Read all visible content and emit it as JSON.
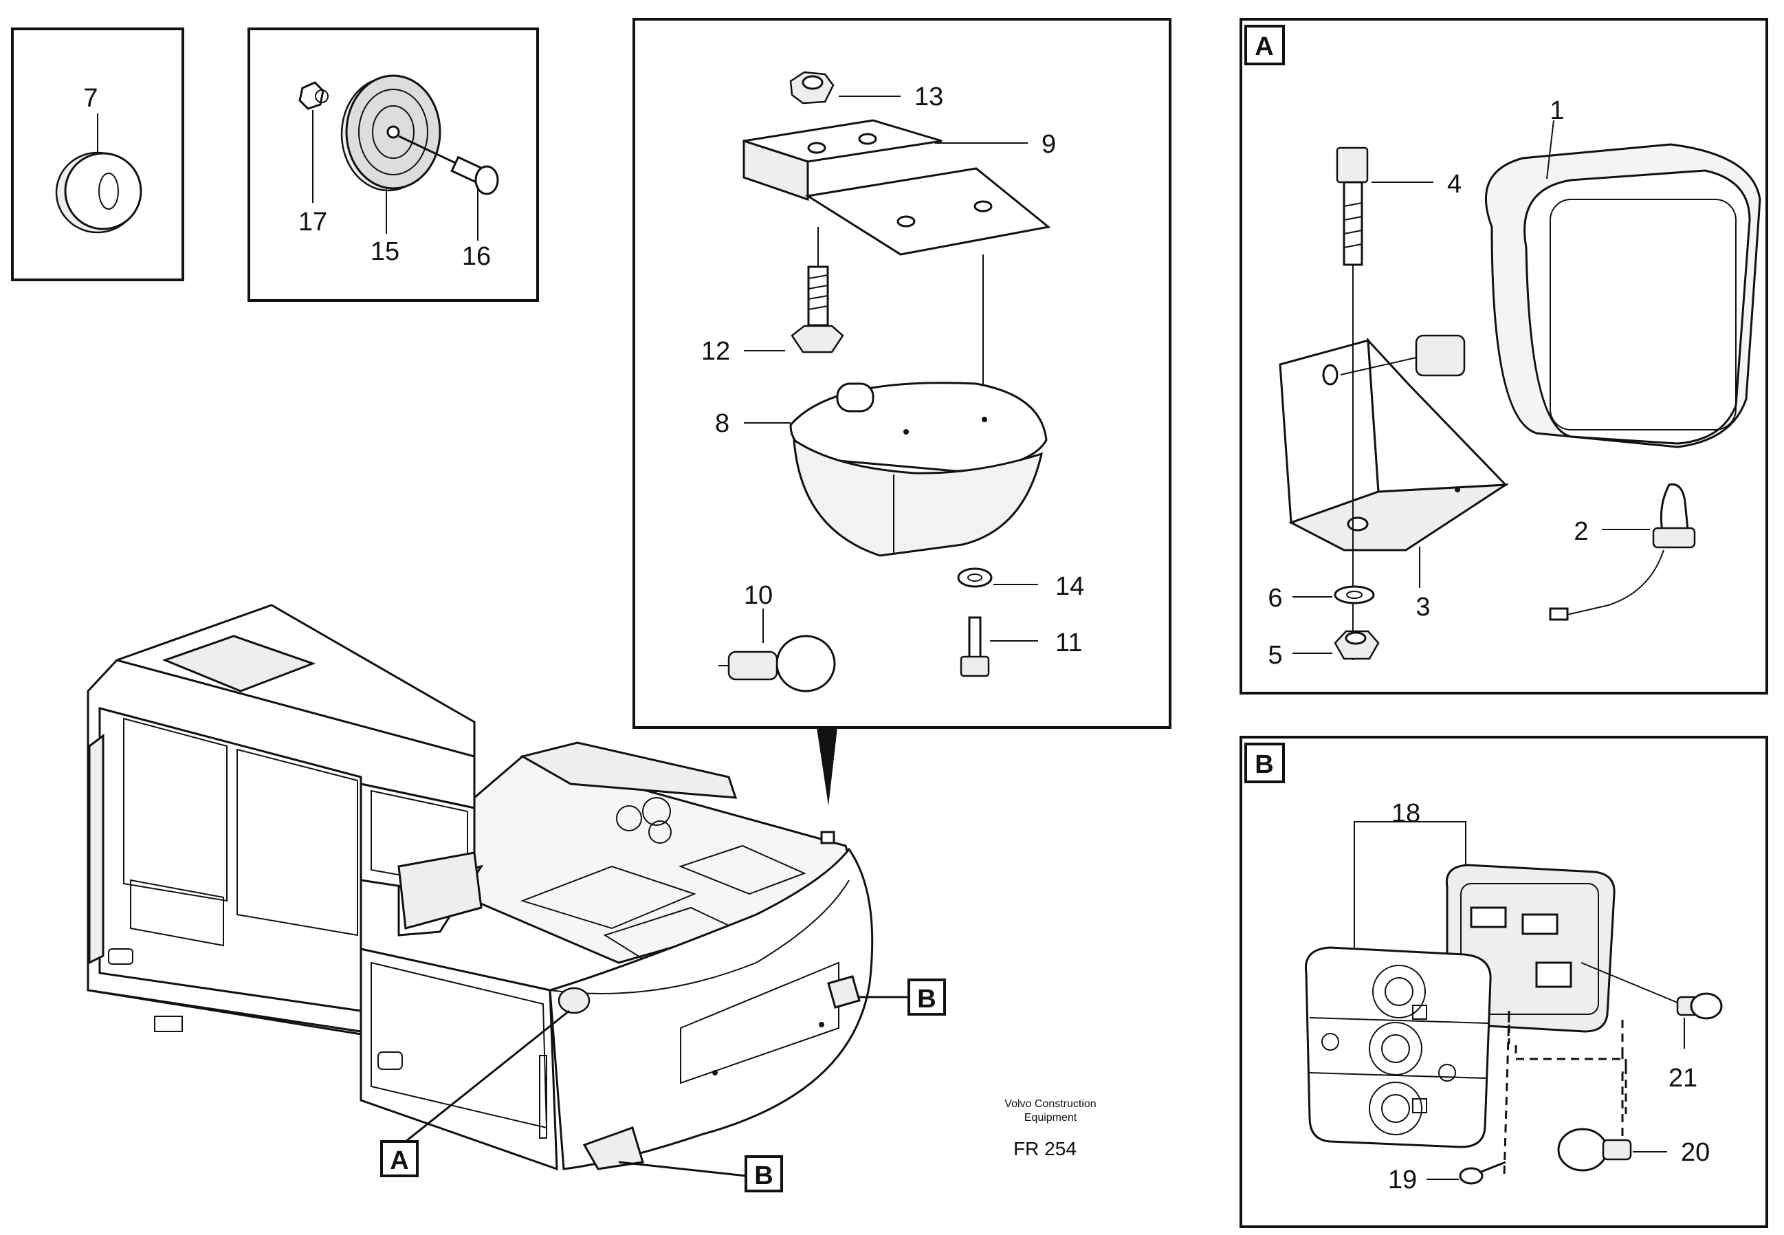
{
  "diagram": {
    "panels": {
      "panel_7": {
        "callouts": [
          "7"
        ]
      },
      "panel_reflector": {
        "callouts": [
          "17",
          "15",
          "16"
        ]
      },
      "panel_box_light": {
        "callouts": [
          "13",
          "9",
          "12",
          "8",
          "14",
          "11",
          "10"
        ]
      },
      "panel_A": {
        "letter": "A",
        "callouts": [
          "1",
          "4",
          "2",
          "6",
          "3",
          "5"
        ]
      },
      "panel_B": {
        "letter": "B",
        "callouts": [
          "18",
          "21",
          "20",
          "19"
        ]
      }
    },
    "machine_markers": {
      "a": "A",
      "b_upper": "B",
      "b_lower": "B"
    },
    "credit_line1": "Volvo Construction",
    "credit_line2": "Equipment",
    "drawing_code": "FR 254"
  }
}
